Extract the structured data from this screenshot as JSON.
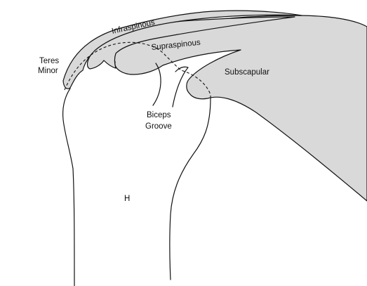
{
  "labels": {
    "teres_minor_line1": "Teres",
    "teres_minor_line2": "Minor",
    "infraspinous": "Infraspinous",
    "supraspinous": "Supraspinous",
    "subscapular": "Subscapular",
    "biceps_groove_line1": "Biceps",
    "biceps_groove_line2": "Groove",
    "humerus": "H"
  },
  "colors": {
    "tendon_fill": "#d9d9d9",
    "outline": "#111111",
    "background": "#ffffff"
  }
}
